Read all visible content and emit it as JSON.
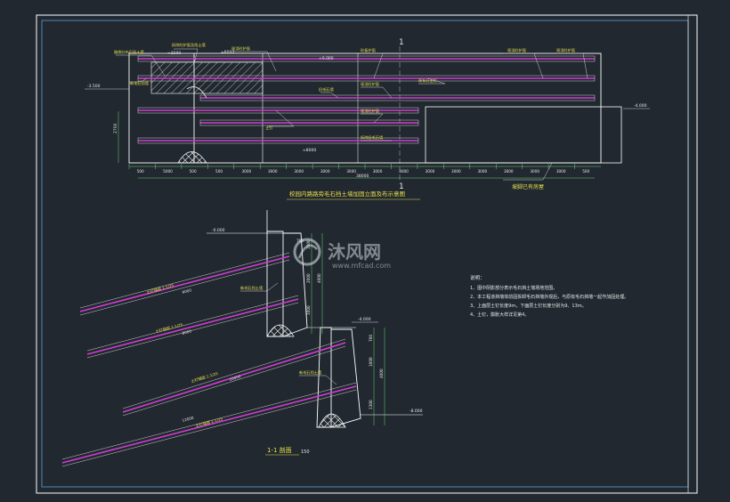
{
  "section_marks": {
    "top": "1",
    "bottom": "1"
  },
  "elevation": {
    "title": "校园内路路旁毛石挡土墙加固立面及布示意图",
    "levels": {
      "left": "-3.500",
      "mid": "+0.000",
      "right": "-4.000"
    },
    "labels": [
      "路侧分布石挡土墙",
      "现浇砼护面",
      "拆除砼护面及挡土墙",
      "土钉",
      "砼板护面",
      "现浇砼护面",
      "现浇砼护面",
      "原有分土钉",
      "现浇砼护面",
      "现浇砼护面",
      "拆除旧毛石墙",
      "新毛石挡墙",
      "旧毛石墙",
      "坡脚已有房屋"
    ],
    "lengths": {
      "a": "≈3500",
      "b": "≈8000",
      "c": "≈8000"
    },
    "left_height": "2700",
    "bottom_dims": [
      "500",
      "5000",
      "500",
      "500",
      "3000",
      "3000",
      "3000",
      "3000",
      "3000",
      "3000",
      "3000",
      "3000",
      "3000",
      "3000",
      "3000",
      "3000",
      "3000",
      "500"
    ],
    "total_length": "38000"
  },
  "section": {
    "title": "1-1 剖面",
    "scale": "150",
    "levels": {
      "top": "-0.000",
      "mid": "-4.000",
      "bottom": "-8.000"
    },
    "nails": [
      {
        "label": "土钉锚固 1:1/25",
        "length": "9000"
      },
      {
        "label": "土钉锚固 1:1/25",
        "length": "8000"
      },
      {
        "label": "土钉锚固 1:1/25",
        "length": "10000"
      },
      {
        "label": "土钉锚固 1:1/25",
        "length": "12000"
      }
    ],
    "wall_labels": [
      "新毛石挡土墙",
      "新毛石挡土墙"
    ],
    "dims_upper": [
      "2000",
      "1000",
      "4000",
      "1000",
      "700"
    ],
    "dims_lower": [
      "700",
      "1300",
      "4000",
      "1000"
    ]
  },
  "notes": {
    "heading": "说明：",
    "items": [
      "1、图中阴影部分表示毛石挡土墙场地范围。",
      "2、本工程该挡墙体前因拆卸毛石挡墙外观后，与原有毛石挡墙一起作加固处理。",
      "3、上面层土钉长度9m，下面层土钉长度分别为9、13m。",
      "4、土钉，膨胀大样详见第4。"
    ]
  },
  "watermark": {
    "name": "沐风网",
    "url": "www.mfcad.com"
  },
  "colors": {
    "background": "#212830",
    "frame": "#ffffff",
    "nail": "#d23ad2",
    "dim": "#6fd36f",
    "text": "#e6e04a"
  }
}
